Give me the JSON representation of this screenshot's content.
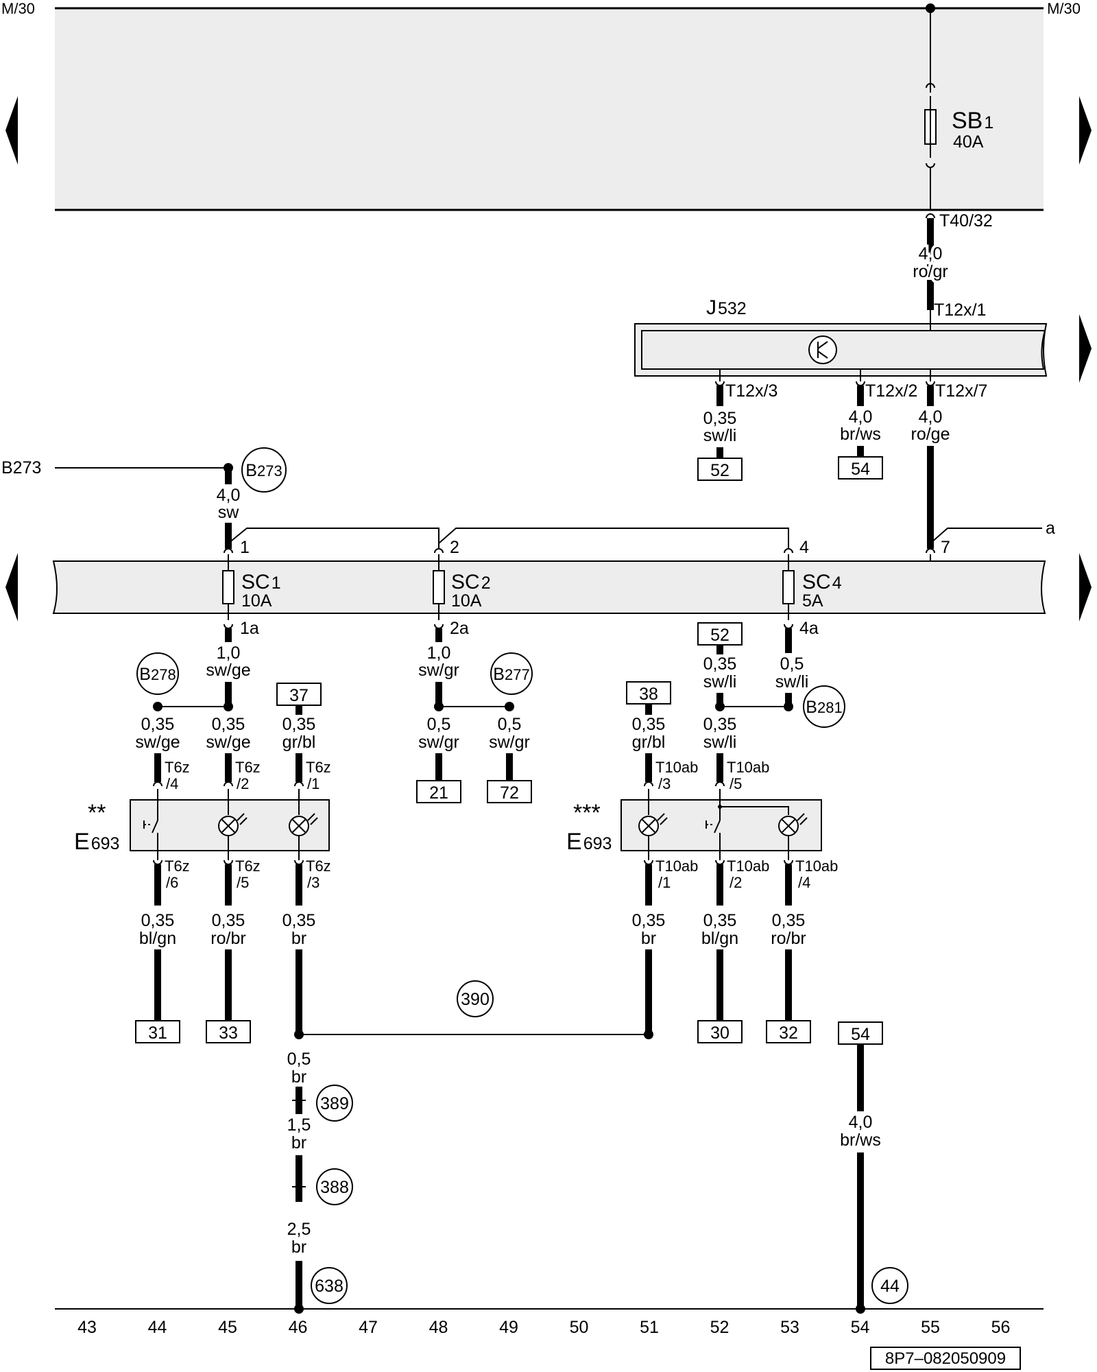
{
  "rails": {
    "m30_left": "M/30",
    "m30_right": "M/30",
    "b273_line": "B273"
  },
  "fuse_sb": {
    "name": "SB",
    "sub": "1",
    "rating": "40A"
  },
  "fuse_sc1": {
    "name": "SC",
    "sub": "1",
    "rating": "10A"
  },
  "fuse_sc2": {
    "name": "SC",
    "sub": "2",
    "rating": "10A"
  },
  "fuse_sc4": {
    "name": "SC",
    "sub": "4",
    "rating": "5A"
  },
  "relay": {
    "name": "J",
    "sub": "532"
  },
  "connectors": {
    "t40_32": "T40/32",
    "t12x_1": "T12x/1",
    "t12x_3": "T12x/3",
    "t12x_2": "T12x/2",
    "t12x_7": "T12x/7",
    "t6z_4a": "T6z",
    "t6z_4b": "/4",
    "t6z_2a": "T6z",
    "t6z_2b": "/2",
    "t6z_1a": "T6z",
    "t6z_1b": "/1",
    "t6z_6a": "T6z",
    "t6z_6b": "/6",
    "t6z_5a": "T6z",
    "t6z_5b": "/5",
    "t6z_3a": "T6z",
    "t6z_3b": "/3",
    "t10ab_3a": "T10ab",
    "t10ab_3b": "/3",
    "t10ab_5a": "T10ab",
    "t10ab_5b": "/5",
    "t10ab_1a": "T10ab",
    "t10ab_1b": "/1",
    "t10ab_2a": "T10ab",
    "t10ab_2b": "/2",
    "t10ab_4a": "T10ab",
    "t10ab_4b": "/4"
  },
  "pins": {
    "p1": "1",
    "p2": "2",
    "p4": "4",
    "p7": "7",
    "pa": "a",
    "p1a": "1a",
    "p2a": "2a",
    "p4a": "4a"
  },
  "wires": {
    "w_40_rogr": [
      "4,0",
      "ro/gr"
    ],
    "w_035_swli_top": [
      "0,35",
      "sw/li"
    ],
    "w_40_brws_top": [
      "4,0",
      "br/ws"
    ],
    "w_40_roge": [
      "4,0",
      "ro/ge"
    ],
    "w_40_sw": [
      "4,0",
      "sw"
    ],
    "w_10_swge": [
      "1,0",
      "sw/ge"
    ],
    "w_10_swgr": [
      "1,0",
      "sw/gr"
    ],
    "w_035_swli_mid": [
      "0,35",
      "sw/li"
    ],
    "w_05_swli": [
      "0,5",
      "sw/li"
    ],
    "w_035_swge_a": [
      "0,35",
      "sw/ge"
    ],
    "w_035_swge_b": [
      "0,35",
      "sw/ge"
    ],
    "w_035_grbl_a": [
      "0,35",
      "gr/bl"
    ],
    "w_05_swgr_a": [
      "0,5",
      "sw/gr"
    ],
    "w_05_swgr_b": [
      "0,5",
      "sw/gr"
    ],
    "w_035_grbl_b": [
      "0,35",
      "gr/bl"
    ],
    "w_035_swli_low": [
      "0,35",
      "sw/li"
    ],
    "w_035_blgn_a": [
      "0,35",
      "bl/gn"
    ],
    "w_035_robr_a": [
      "0,35",
      "ro/br"
    ],
    "w_035_br_a": [
      "0,35",
      "br"
    ],
    "w_035_br_b": [
      "0,35",
      "br"
    ],
    "w_035_blgn_b": [
      "0,35",
      "bl/gn"
    ],
    "w_035_robr_b": [
      "0,35",
      "ro/br"
    ],
    "w_05_br": [
      "0,5",
      "br"
    ],
    "w_15_br": [
      "1,5",
      "br"
    ],
    "w_25_br": [
      "2,5",
      "br"
    ],
    "w_40_brws_bot": [
      "4,0",
      "br/ws"
    ]
  },
  "refs": {
    "r52_top": "52",
    "r54_top": "54",
    "r52_mid": "52",
    "r37": "37",
    "r38": "38",
    "r21": "21",
    "r72": "72",
    "r31": "31",
    "r33": "33",
    "r30": "30",
    "r32": "32",
    "r54_bot": "54"
  },
  "circles": {
    "b273": {
      "letter": "B",
      "num": "273"
    },
    "b278": {
      "letter": "B",
      "num": "278"
    },
    "b277": {
      "letter": "B",
      "num": "277"
    },
    "b281": {
      "letter": "B",
      "num": "281"
    },
    "c390": "390",
    "c389": "389",
    "c388": "388",
    "c638": "638",
    "c44": "44"
  },
  "switches": {
    "left": {
      "stars": "**",
      "name": "E",
      "sub": "693"
    },
    "right": {
      "stars": "***",
      "name": "E",
      "sub": "693"
    }
  },
  "ruler": [
    "43",
    "44",
    "45",
    "46",
    "47",
    "48",
    "49",
    "50",
    "51",
    "52",
    "53",
    "54",
    "55",
    "56"
  ],
  "doc_id": "8P7–082050909"
}
